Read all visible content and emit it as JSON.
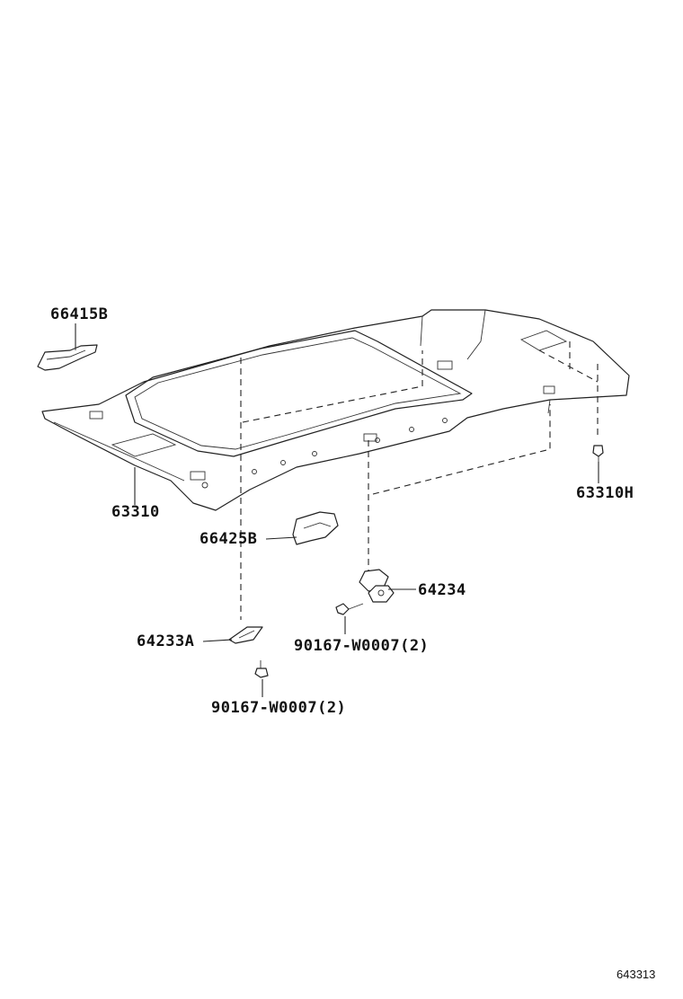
{
  "parts": [
    {
      "id": "p66415B",
      "number": "66415B"
    },
    {
      "id": "p63310",
      "number": "63310"
    },
    {
      "id": "p66425B",
      "number": "66425B"
    },
    {
      "id": "p64233A",
      "number": "64233A"
    },
    {
      "id": "p90167a",
      "number": "90167-W0007(2)"
    },
    {
      "id": "p64234",
      "number": "64234"
    },
    {
      "id": "p90167b",
      "number": "90167-W0007(2)"
    },
    {
      "id": "p63310H",
      "number": "63310H"
    }
  ],
  "diagram_code": "643313"
}
